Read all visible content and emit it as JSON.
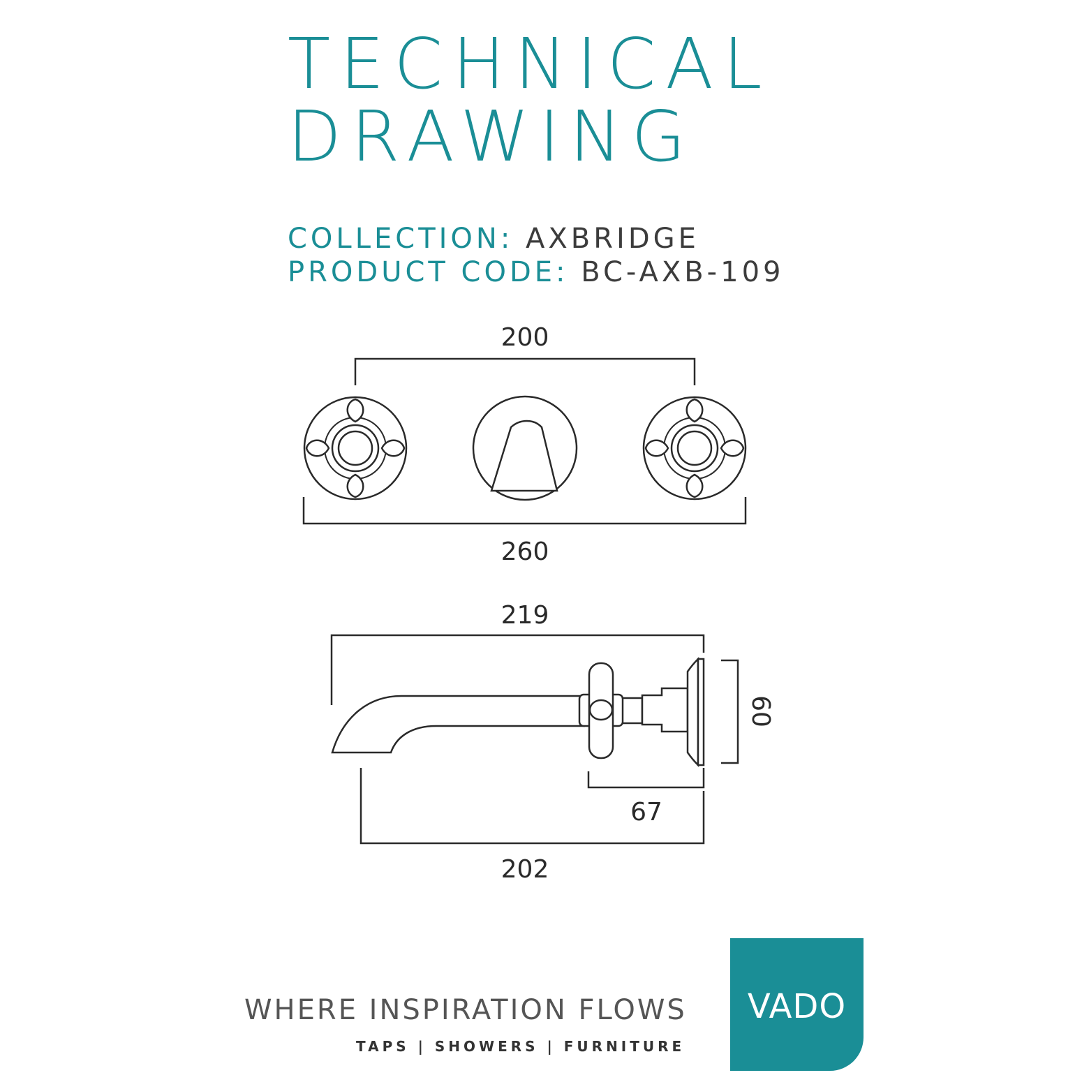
{
  "header": {
    "title_line1": "TECHNICAL",
    "title_line2": "DRAWING"
  },
  "meta": {
    "collection_label": "COLLECTION:",
    "collection_value": "AXBRIDGE",
    "product_code_label": "PRODUCT CODE:",
    "product_code_value": "BC-AXB-109"
  },
  "dimensions": {
    "top_centres": "200",
    "top_overall_width": "260",
    "side_overall_length": "219",
    "side_spout_projection": "202",
    "side_handle_projection": "67",
    "side_backplate_height": "60"
  },
  "footer": {
    "tagline": "WHERE INSPIRATION FLOWS",
    "subline": "TAPS | SHOWERS | FURNITURE",
    "logo_text": "VADO"
  },
  "colors": {
    "accent": "#1a8e96",
    "line": "#2a2a2a"
  }
}
